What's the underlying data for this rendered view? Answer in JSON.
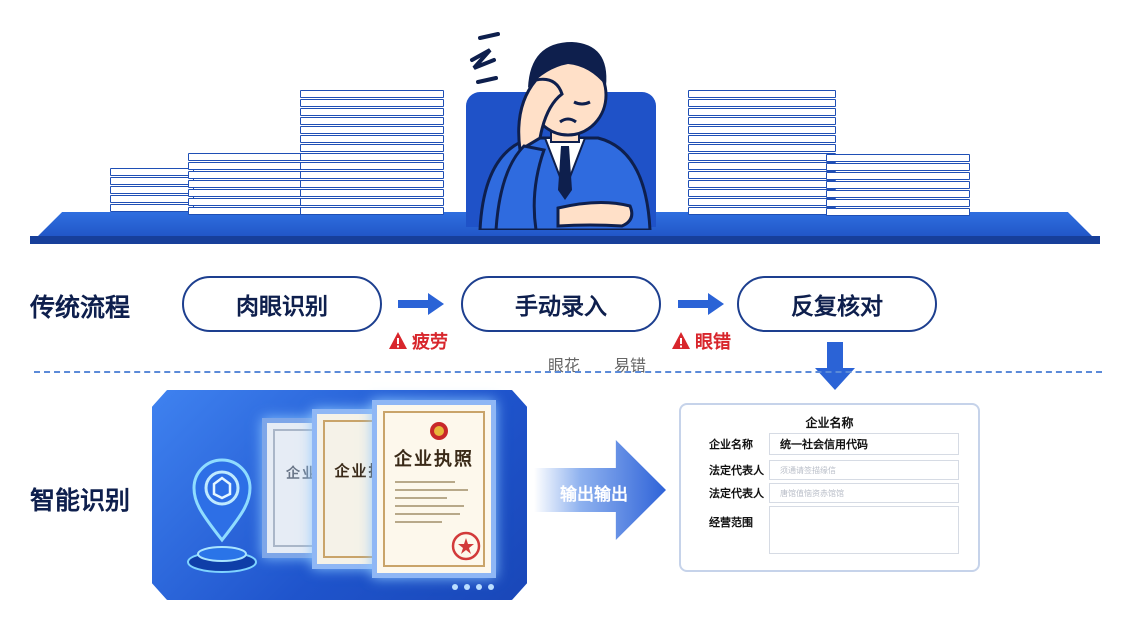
{
  "traditional": {
    "label": "传统流程",
    "steps": [
      "肉眼识别",
      "手动录入",
      "反复核对"
    ],
    "warnings": [
      "疲劳",
      "眼错"
    ],
    "notes": [
      "眼花",
      "易错"
    ]
  },
  "smart": {
    "label": "智能识别",
    "output_arrow_label": "输出输出",
    "license_title": "企业执照",
    "license_title_partial": "企业执",
    "license_title_partial2": "企业",
    "form": {
      "title": "企业名称",
      "rows": [
        {
          "label": "企业名称",
          "value": "统一社会信用代码"
        },
        {
          "label": "法定代表人",
          "value": ""
        },
        {
          "label": "法定代表人",
          "value": ""
        },
        {
          "label": "经营范围",
          "value": ""
        }
      ],
      "placeholders": [
        "须通请签描缘信",
        "唐馆值恼资赤馆馆"
      ]
    }
  },
  "colors": {
    "primary": "#1f54cc",
    "warning": "#d8262c",
    "dark_text": "#0e1f4d"
  }
}
